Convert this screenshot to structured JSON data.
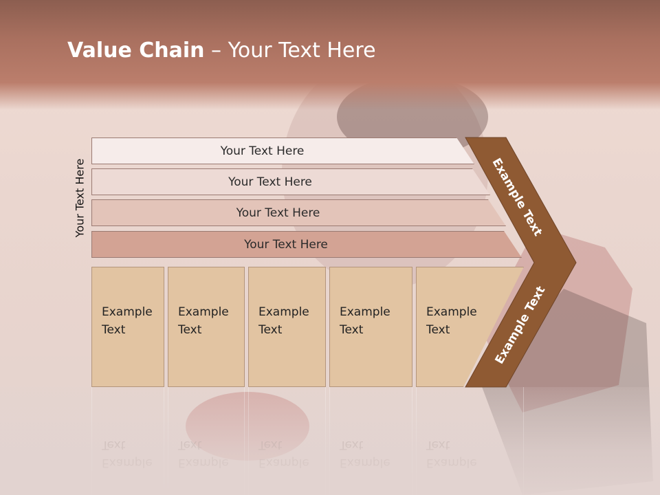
{
  "title": {
    "strong": "Value Chain",
    "rest": " – Your Text Here"
  },
  "side_label": "Your Text Here",
  "bars": [
    {
      "label": "Your Text Here",
      "color": "#f6ecea"
    },
    {
      "label": "Your Text Here",
      "color": "#eddad5"
    },
    {
      "label": "Your Text Here",
      "color": "#e3c4b9"
    },
    {
      "label": "Your Text Here",
      "color": "#d3a394"
    }
  ],
  "columns": [
    {
      "line1": "Example",
      "line2": "Text"
    },
    {
      "line1": "Example",
      "line2": "Text"
    },
    {
      "line1": "Example",
      "line2": "Text"
    },
    {
      "line1": "Example",
      "line2": "Text"
    },
    {
      "line1": "Example",
      "line2": "Text"
    }
  ],
  "chevron": {
    "upper_label": "Example Text",
    "lower_label": "Example Text",
    "color": "#8f5a33"
  }
}
